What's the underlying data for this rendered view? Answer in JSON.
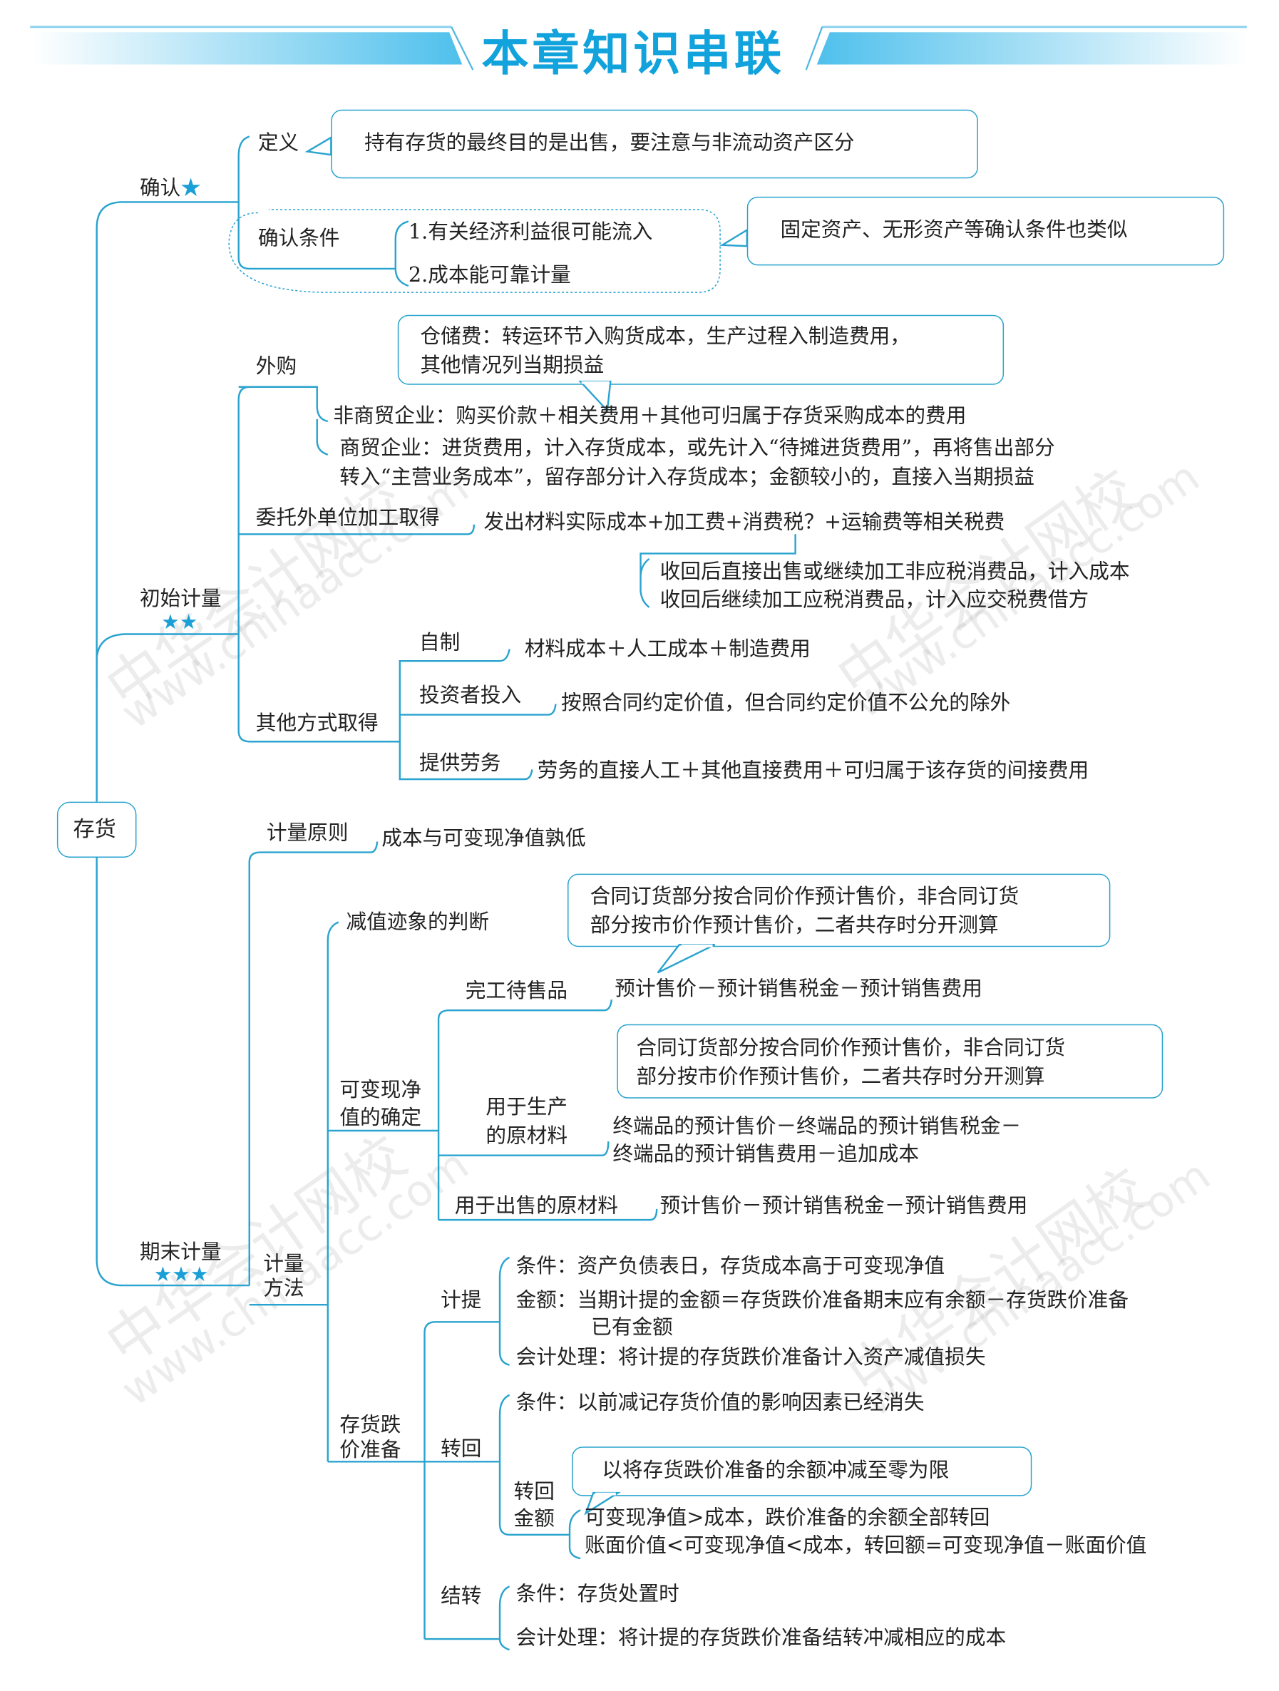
{
  "title": "本章知识串联",
  "colors": {
    "accent": "#29a3cf",
    "title": "#12a3dc"
  },
  "root": "存货",
  "watermark": {
    "cn": "中华会计网校",
    "url": "www.chinaacc.com"
  },
  "recognition": {
    "label": "确认",
    "stars": "★",
    "definition": {
      "label": "定义",
      "text": "持有存货的最终目的是出售，要注意与非流动资产区分"
    },
    "conditions": {
      "label": "确认条件",
      "items": [
        "1.有关经济利益很可能流入",
        "2.成本能可靠计量"
      ],
      "note": "固定资产、无形资产等确认条件也类似"
    }
  },
  "initial": {
    "label": "初始计量",
    "stars": "★★",
    "purchase": {
      "label": "外购",
      "note": [
        "仓储费：转运环节入购货成本，生产过程入制造费用，",
        "其他情况列当期损益"
      ],
      "non_trade": "非商贸企业：购买价款＋相关费用＋其他可归属于存货采购成本的费用",
      "trade": [
        "商贸企业：进货费用，计入存货成本，或先计入“待摊进货费用”，再将售出部分",
        "转入“主营业务成本”，留存部分计入存货成本；金额较小的，直接入当期损益"
      ]
    },
    "outsourced": {
      "label": "委托外单位加工取得",
      "formula": "发出材料实际成本+加工费+消费税？+运输费等相关税费",
      "outcomes": [
        "收回后直接出售或继续加工非应税消费品，计入成本",
        "收回后继续加工应税消费品，计入应交税费借方"
      ]
    },
    "other": {
      "label": "其他方式取得",
      "self_made": {
        "label": "自制",
        "text": "材料成本＋人工成本＋制造费用"
      },
      "investor": {
        "label": "投资者投入",
        "text": "按照合同约定价值，但合同约定价值不公允的除外"
      },
      "service": {
        "label": "提供劳务",
        "text": "劳务的直接人工＋其他直接费用＋可归属于该存货的间接费用"
      }
    }
  },
  "ending": {
    "label": "期末计量",
    "stars": "★★★",
    "principle": {
      "label": "计量原则",
      "text": "成本与可变现净值孰低"
    },
    "method": {
      "label": [
        "计量",
        "方法"
      ],
      "impairment_sign": {
        "label": "减值迹象的判断",
        "note": [
          "合同订货部分按合同价作预计售价，非合同订货",
          "部分按市价作预计售价，二者共存时分开测算"
        ]
      },
      "nrv": {
        "label": [
          "可变现净",
          "值的确定"
        ],
        "finished": {
          "label": "完工待售品",
          "text": "预计售价－预计销售税金－预计销售费用"
        },
        "production": {
          "label": [
            "用于生产",
            "的原材料"
          ],
          "note": [
            "合同订货部分按合同价作预计售价，非合同订货",
            "部分按市价作预计售价，二者共存时分开测算"
          ],
          "text": [
            "终端品的预计售价－终端品的预计销售税金－",
            "终端品的预计销售费用－追加成本"
          ]
        },
        "for_sale": {
          "label": "用于出售的原材料",
          "text": "预计售价－预计销售税金－预计销售费用"
        }
      },
      "provision": {
        "label": [
          "存货跌",
          "价准备"
        ],
        "accrue": {
          "label": "计提",
          "condition": "条件：资产负债表日，存货成本高于可变现净值",
          "amount": [
            "金额：当期计提的金额＝存货跌价准备期末应有余额－存货跌价准备",
            "已有金额"
          ],
          "accounting": "会计处理：将计提的存货跌价准备计入资产减值损失"
        },
        "reversal": {
          "label": "转回",
          "condition": "条件：以前减记存货价值的影响因素已经消失",
          "amount_label": [
            "转回",
            "金额"
          ],
          "note": "以将存货跌价准备的余额冲减至零为限",
          "amount": [
            "可变现净值>成本，跌价准备的余额全部转回",
            "账面价值<可变现净值<成本，转回额=可变现净值－账面价值"
          ]
        },
        "carryover": {
          "label": "结转",
          "condition": "条件：存货处置时",
          "accounting": "会计处理：将计提的存货跌价准备结转冲减相应的成本"
        }
      }
    }
  }
}
